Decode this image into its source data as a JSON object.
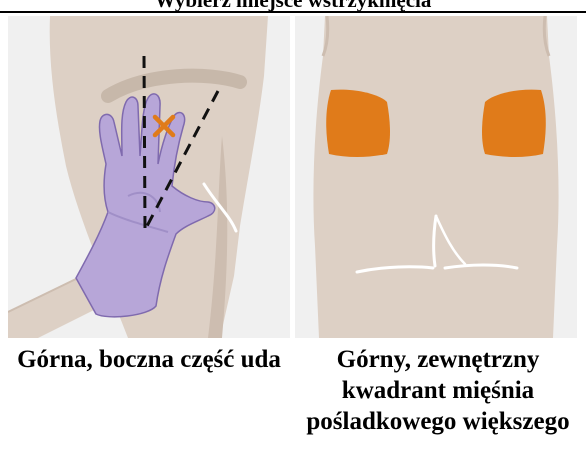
{
  "header": {
    "partial_text": "Wybierz miejsce wstrzyknięcia"
  },
  "panels": [
    {
      "caption": "Górna, boczna część uda"
    },
    {
      "caption": "Górny, zewnętrzny kwadrant mięśnia pośladkowego większego"
    }
  ],
  "colors": {
    "background": "#f0f0f0",
    "skin": "#ddd0c5",
    "skin_shadow": "#cdbdb0",
    "glove": "#b7a6d8",
    "glove_outline": "#7f6aae",
    "marker_orange": "#e07b1a"
  }
}
